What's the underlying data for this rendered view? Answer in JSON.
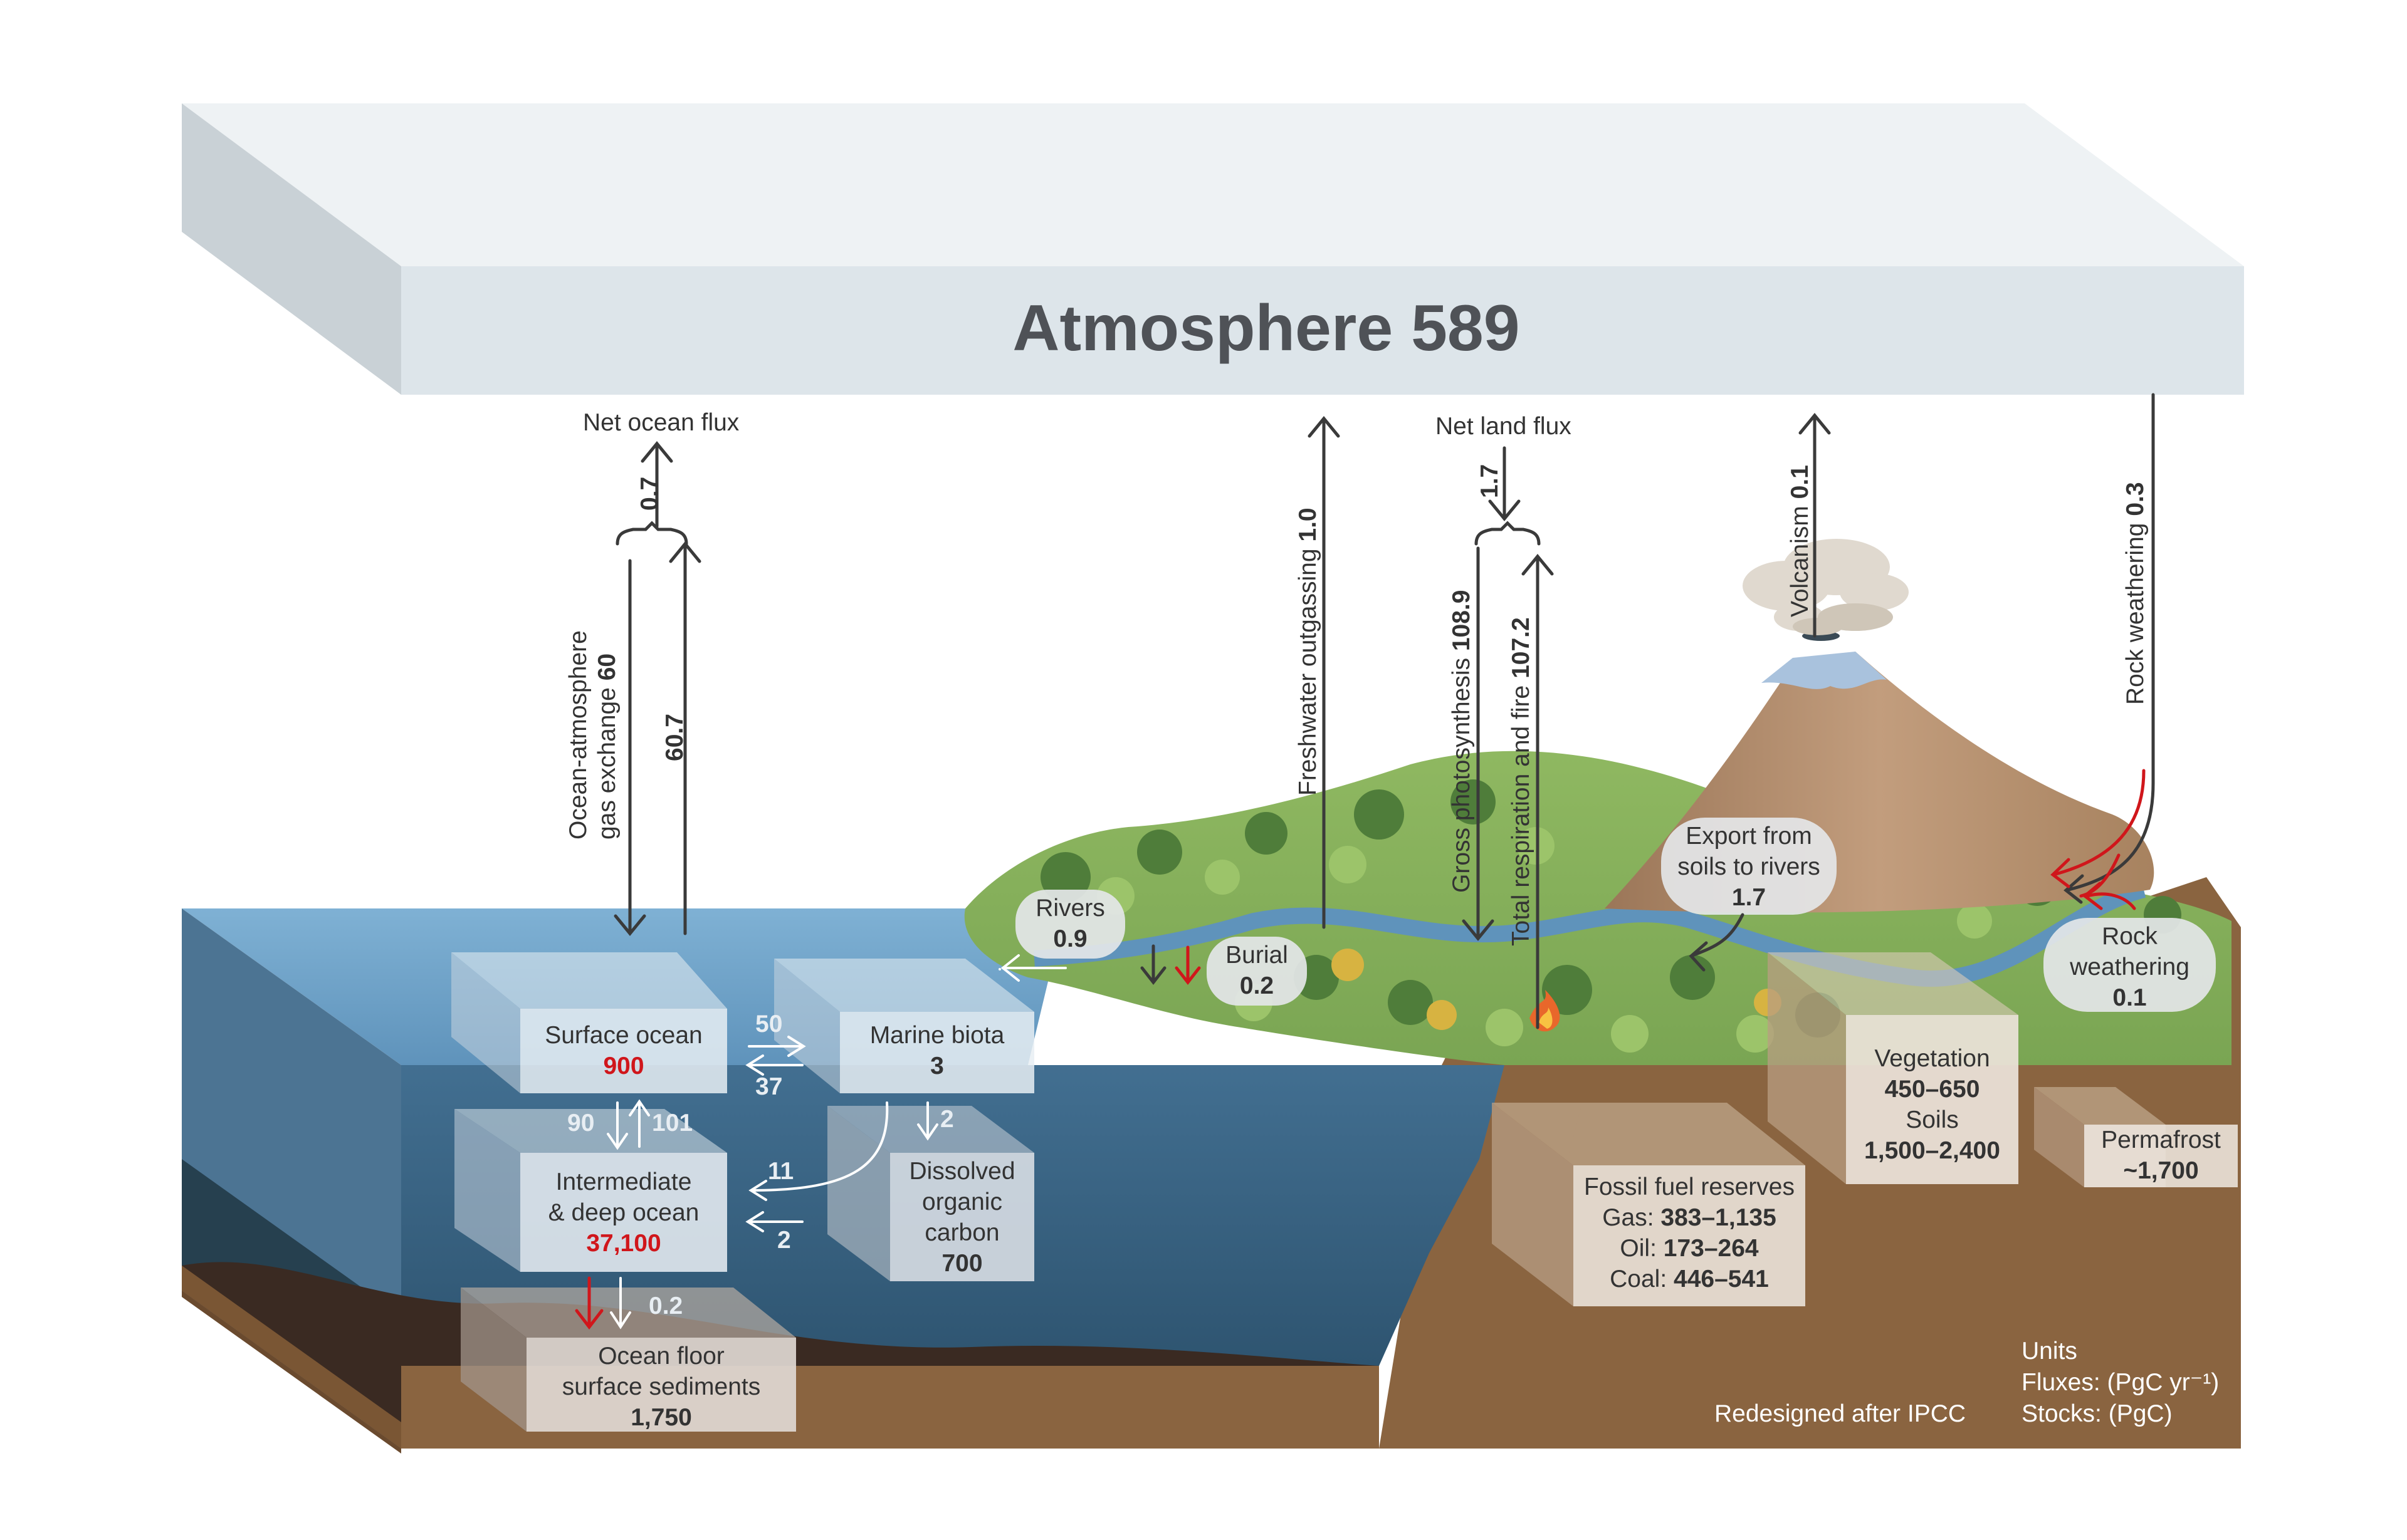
{
  "atmosphere": {
    "name": "Atmosphere",
    "value": "589"
  },
  "ocean_flux": {
    "net_label": "Net ocean flux",
    "net_value": "0.7",
    "exchange_label_line1": "Ocean-atmosphere",
    "exchange_label_line2": "gas exchange",
    "exchange_value": "60",
    "return_value": "60.7"
  },
  "land_flux": {
    "freshwater_label": "Freshwater outgassing",
    "freshwater_value": "1.0",
    "net_label": "Net land flux",
    "net_value": "1.7",
    "photosynthesis_label": "Gross photosynthesis",
    "photosynthesis_value": "108.9",
    "respiration_label": "Total respiration and fire",
    "respiration_value": "107.2",
    "volcanism_label": "Volcanism",
    "volcanism_value": "0.1",
    "rock_weathering_label": "Rock weathering",
    "rock_weathering_value": "0.3"
  },
  "bubbles": {
    "rivers_label": "Rivers",
    "rivers_value": "0.9",
    "burial_label": "Burial",
    "burial_value": "0.2",
    "export_line1": "Export from",
    "export_line2": "soils to rivers",
    "export_value": "1.7",
    "rock_line1": "Rock",
    "rock_line2": "weathering",
    "rock_value": "0.1"
  },
  "ocean_boxes": {
    "surface_label": "Surface ocean",
    "surface_value": "900",
    "biota_label": "Marine biota",
    "biota_value": "3",
    "deep_line1": "Intermediate",
    "deep_line2": "& deep ocean",
    "deep_value": "37,100",
    "doc_line1": "Dissolved",
    "doc_line2": "organic",
    "doc_line3": "carbon",
    "doc_value": "700",
    "sediment_line1": "Ocean floor",
    "sediment_line2": "surface sediments",
    "sediment_value": "1,750"
  },
  "ocean_fluxes": {
    "surf_to_biota": "50",
    "biota_to_surf": "37",
    "surf_down": "90",
    "deep_up": "101",
    "biota_to_doc": "2",
    "biota_to_deep": "11",
    "doc_to_deep": "2",
    "deep_to_sediment": "0.2"
  },
  "land_boxes": {
    "fossil_title": "Fossil fuel reserves",
    "gas_label": "Gas:",
    "gas_value": "383–1,135",
    "oil_label": "Oil:",
    "oil_value": "173–264",
    "coal_label": "Coal:",
    "coal_value": "446–541",
    "veg_label": "Vegetation",
    "veg_value": "450–650",
    "soils_label": "Soils",
    "soils_value": "1,500–2,400",
    "perma_label": "Permafrost",
    "perma_value": "~1,700"
  },
  "credit": "Redesigned after IPCC",
  "units": {
    "title": "Units",
    "fluxes": "Fluxes: (PgC yr⁻¹)",
    "stocks": "Stocks: (PgC)"
  },
  "colors": {
    "ocean": "#3f6f92",
    "land": "#8a6440",
    "atmosphere": "#dde5ea",
    "anthropogenic": "#d0161b",
    "arrow": "#3a3a3a"
  }
}
